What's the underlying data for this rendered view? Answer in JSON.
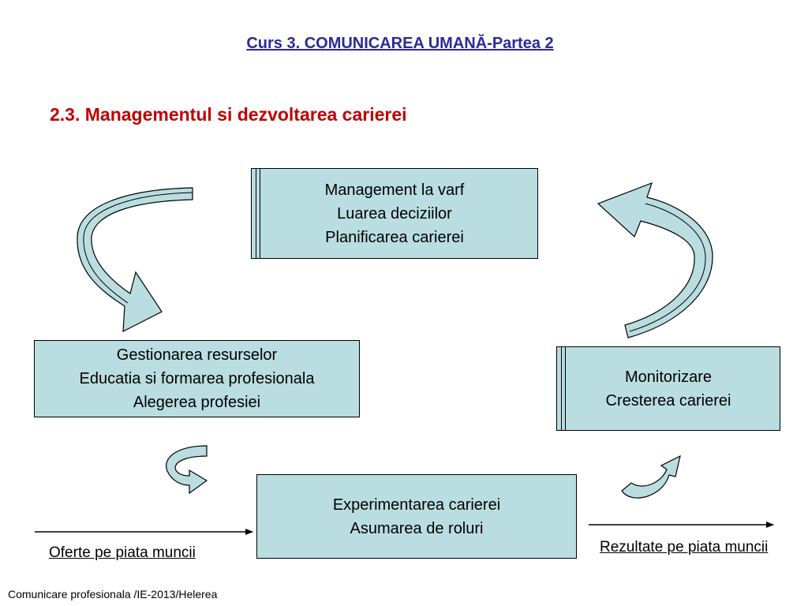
{
  "header": {
    "title": "Curs 3. COMUNICAREA UMANĂ-Partea 2"
  },
  "section": {
    "title": "2.3. Managementul si dezvoltarea carierei"
  },
  "boxes": {
    "top": {
      "lines": [
        "Management la varf",
        "Luarea deciziilor",
        "Planificarea carierei"
      ]
    },
    "left": {
      "lines": [
        "Gestionarea resurselor",
        "Educatia si formarea profesionala",
        "Alegerea profesiei"
      ]
    },
    "right": {
      "lines": [
        "Monitorizare",
        "Cresterea carierei"
      ]
    },
    "bottom": {
      "lines": [
        "Experimentarea carierei",
        "Asumarea de roluri"
      ]
    }
  },
  "labels": {
    "input": "Oferte pe piata muncii",
    "output": "Rezultate pe piata muncii"
  },
  "footer": {
    "text": "Comunicare profesionala /IE-2013/Helerea"
  },
  "colors": {
    "box_fill": "#b9dde0",
    "arrow_fill": "#b9dde0",
    "header": "#2a2a9a",
    "section": "#c00000"
  }
}
